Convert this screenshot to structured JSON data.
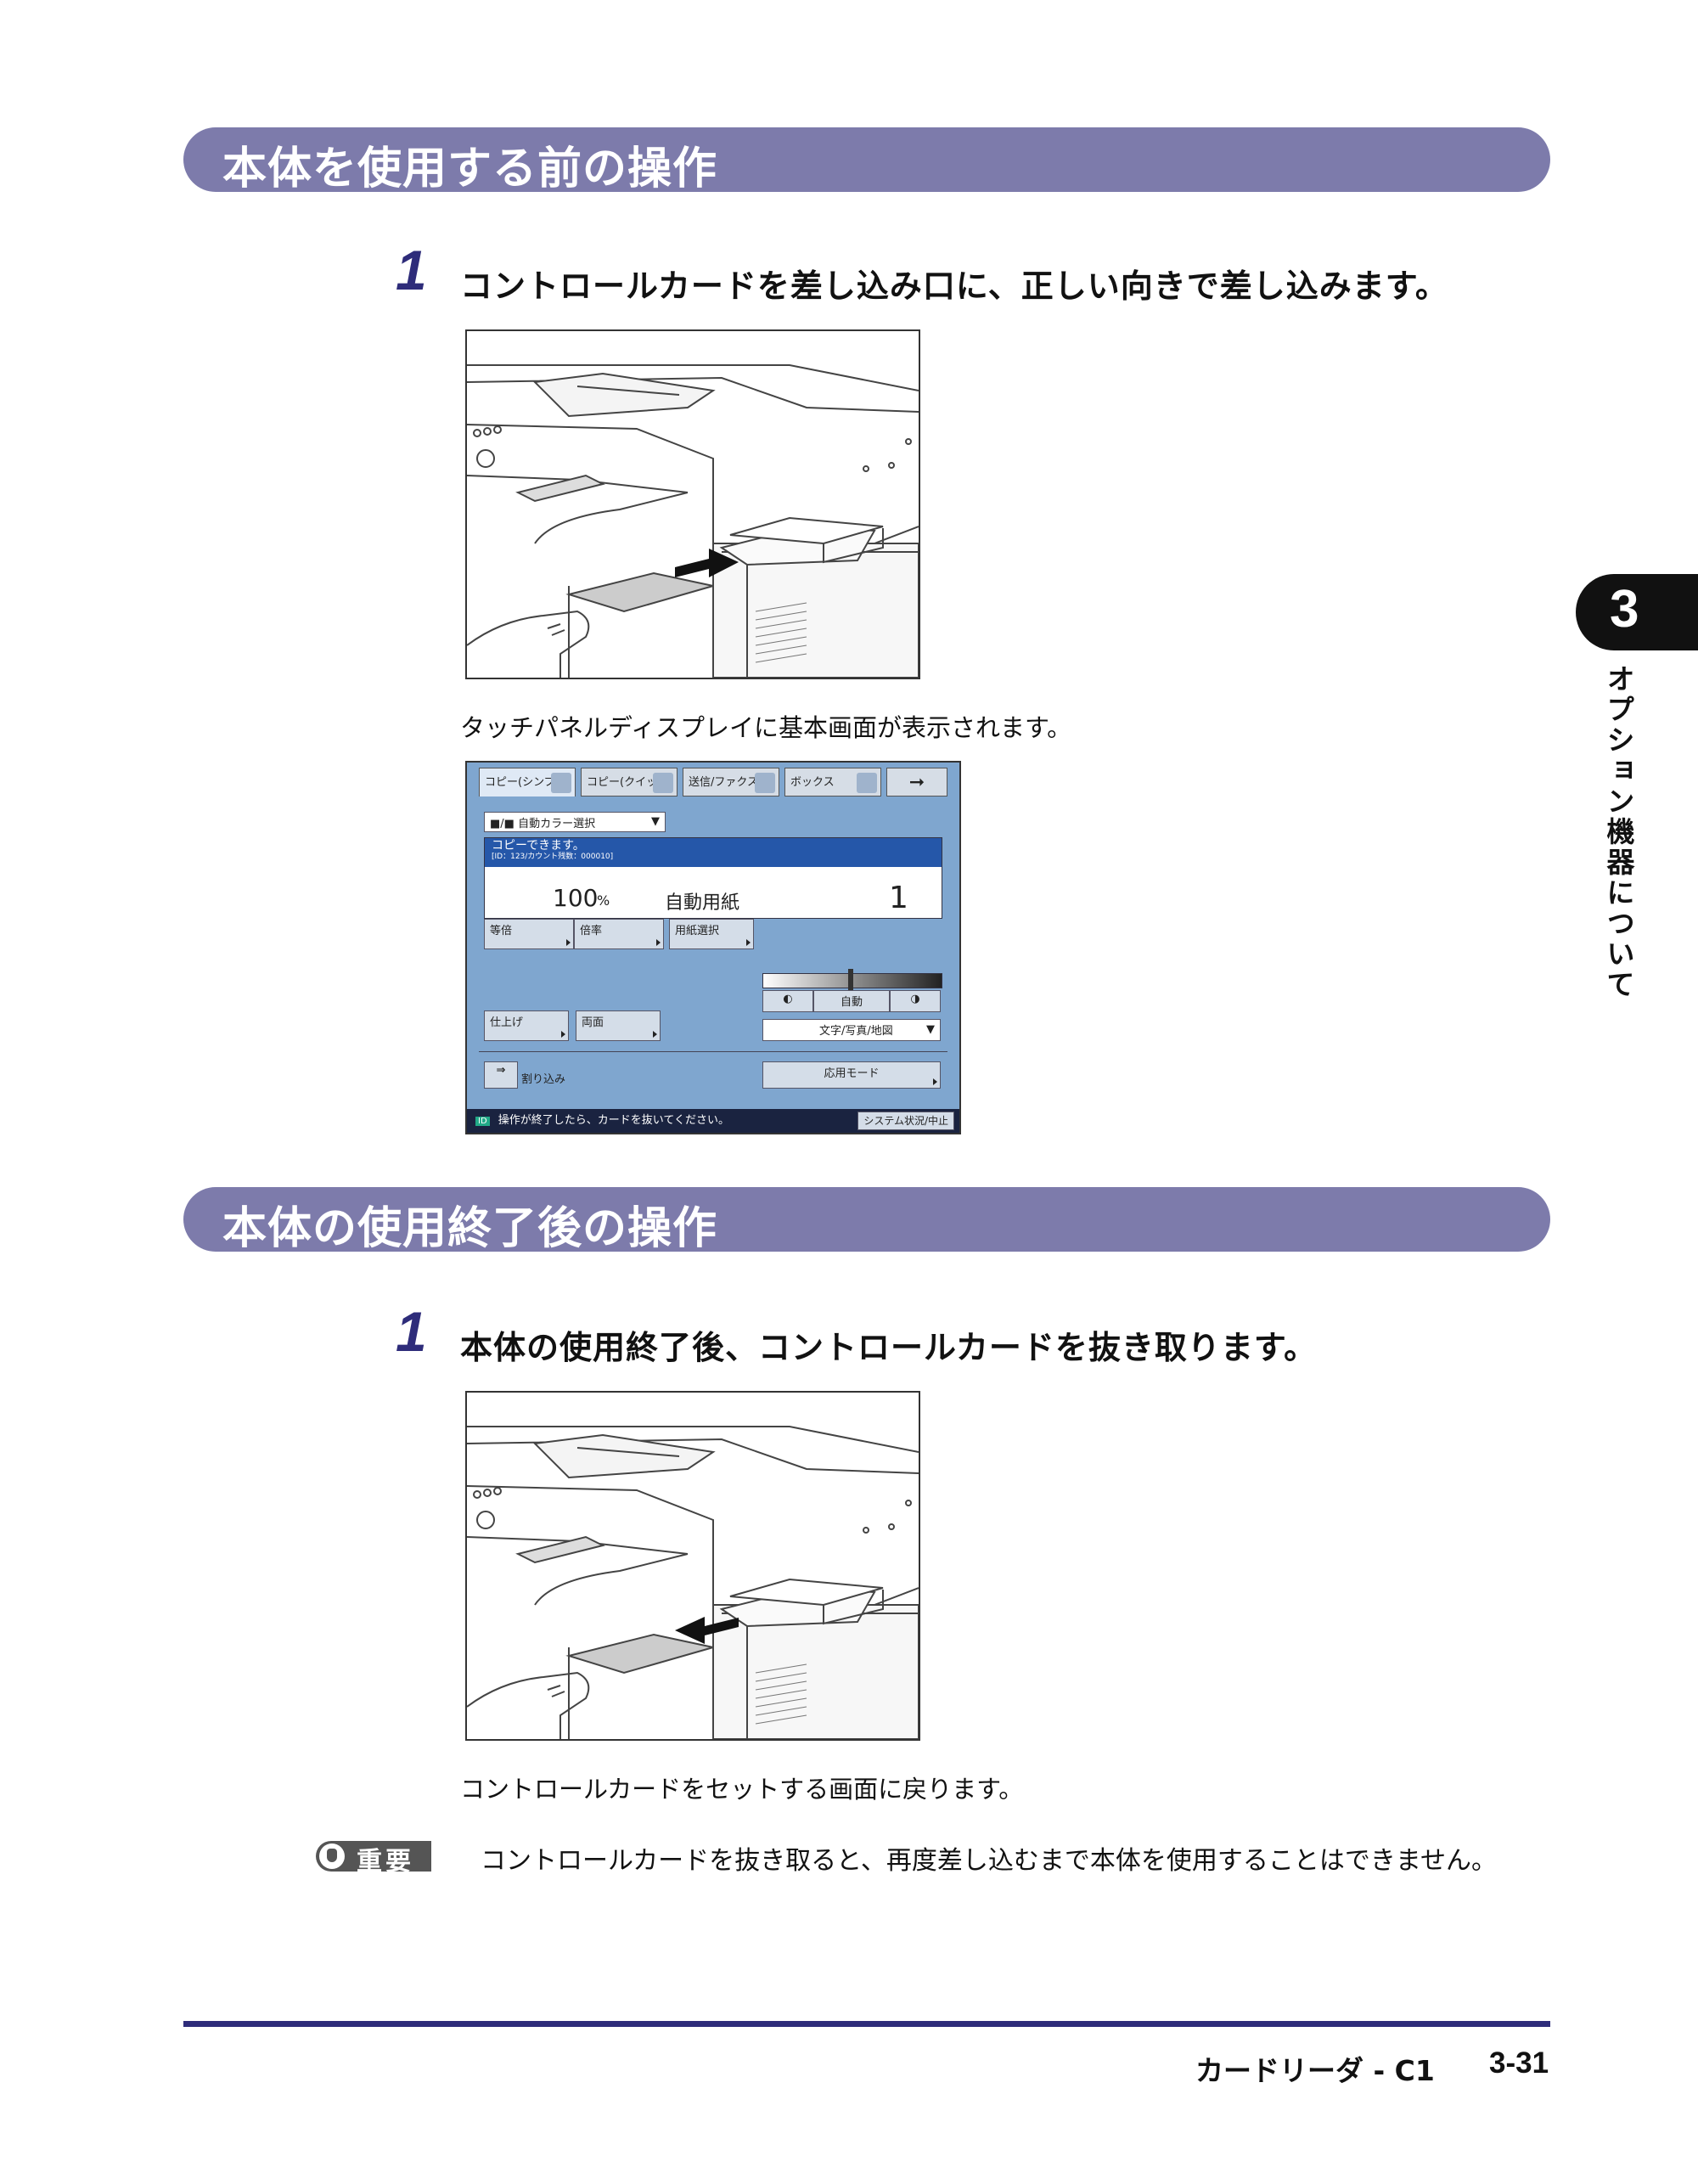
{
  "section1": {
    "heading": "本体を使用する前の操作",
    "step_number": "1",
    "step_text": "コントロールカードを差し込み口に、正しい向きで差し込みます。",
    "result_text": "タッチパネルディスプレイに基本画面が表示されます。"
  },
  "panel": {
    "tabs": [
      "コピー(シンプル)",
      "コピー(クイック)",
      "送信/ファクス",
      "ボックス"
    ],
    "color_select": "■/■ 自動カラー選択",
    "status_title": "コピーできます。",
    "status_sub": "[ID：123/カウント残数：000010]",
    "ratio": "100",
    "ratio_unit": "%",
    "paper": "自動用紙",
    "copies": "1",
    "btn_same": "等倍",
    "btn_ratio": "倍率",
    "btn_paper": "用紙選択",
    "btn_auto": "自動",
    "btn_finish": "仕上げ",
    "btn_duplex": "両面",
    "image_mode": "文字/写真/地図",
    "btn_interrupt": "割り込み",
    "btn_special": "応用モード",
    "statusbar_msg": "操作が終了したら、カードを抜いてください。",
    "statusbar_btn": "システム状況/中止",
    "id_label": "ID"
  },
  "section2": {
    "heading": "本体の使用終了後の操作",
    "step_number": "1",
    "step_text": "本体の使用終了後、コントロールカードを抜き取ります。",
    "result_text": "コントロールカードをセットする画面に戻ります。"
  },
  "important": {
    "label": "重要",
    "text": "コントロールカードを抜き取ると、再度差し込むまで本体を使用することはできません。"
  },
  "side_tab": {
    "number": "3",
    "text": "オプション機器について"
  },
  "footer": {
    "title": "カードリーダ - C1",
    "page": "3-31"
  }
}
